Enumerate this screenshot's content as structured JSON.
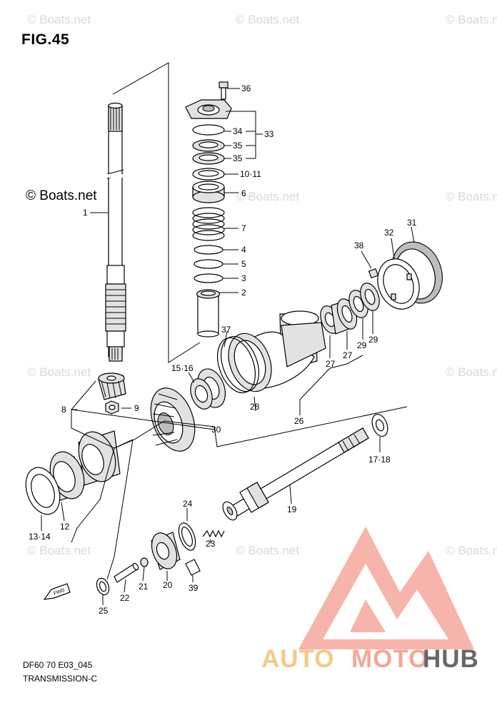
{
  "figure": {
    "title": "FIG.45",
    "copyright": "© Boats.net",
    "watermark": "© Boats.net",
    "code": "DF60 70 E03_045",
    "section": "TRANSMISSION-C",
    "fwd_arrow": "FWD"
  },
  "brand": {
    "part1": "AUTO",
    "part2": "MOTO",
    "part3": "HUB",
    "color1": "#f3c98a",
    "color2": "#f1a79a",
    "color3": "#676767"
  },
  "callouts": {
    "c1": "1",
    "c2": "2",
    "c3": "3",
    "c4": "4",
    "c5": "5",
    "c6": "6",
    "c7": "7",
    "c8": "8",
    "c9": "9",
    "c10_11": "10·11",
    "c12": "12",
    "c13_14": "13·14",
    "c15_16": "15·16",
    "c17_18": "17·18",
    "c19": "19",
    "c20": "20",
    "c21": "21",
    "c22": "22",
    "c23": "23",
    "c24": "24",
    "c25": "25",
    "c26": "26",
    "c27a": "27",
    "c27b": "27",
    "c28": "28",
    "c29a": "29",
    "c29b": "29",
    "c30": "30",
    "c31": "31",
    "c32": "32",
    "c33": "33",
    "c34": "34",
    "c35a": "35",
    "c35b": "35",
    "c36": "36",
    "c37": "37",
    "c38": "38",
    "c39": "39"
  }
}
